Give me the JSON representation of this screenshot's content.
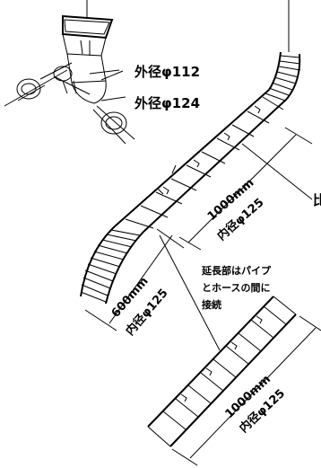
{
  "labels": {
    "outer_diameter_112": "外径φ112",
    "outer_diameter_124": "外径φ124",
    "upper_length": "1000mm",
    "upper_inner_diameter": "内径φ125",
    "hose_length": "600mm",
    "hose_inner_diameter": "内径φ125",
    "note_line1": "延長部はパイプ",
    "note_line2": "とホースの間に",
    "note_line3": "接続",
    "lower_length": "1000mm",
    "lower_inner_diameter": "内径φ125",
    "cut_off_label": "比"
  }
}
